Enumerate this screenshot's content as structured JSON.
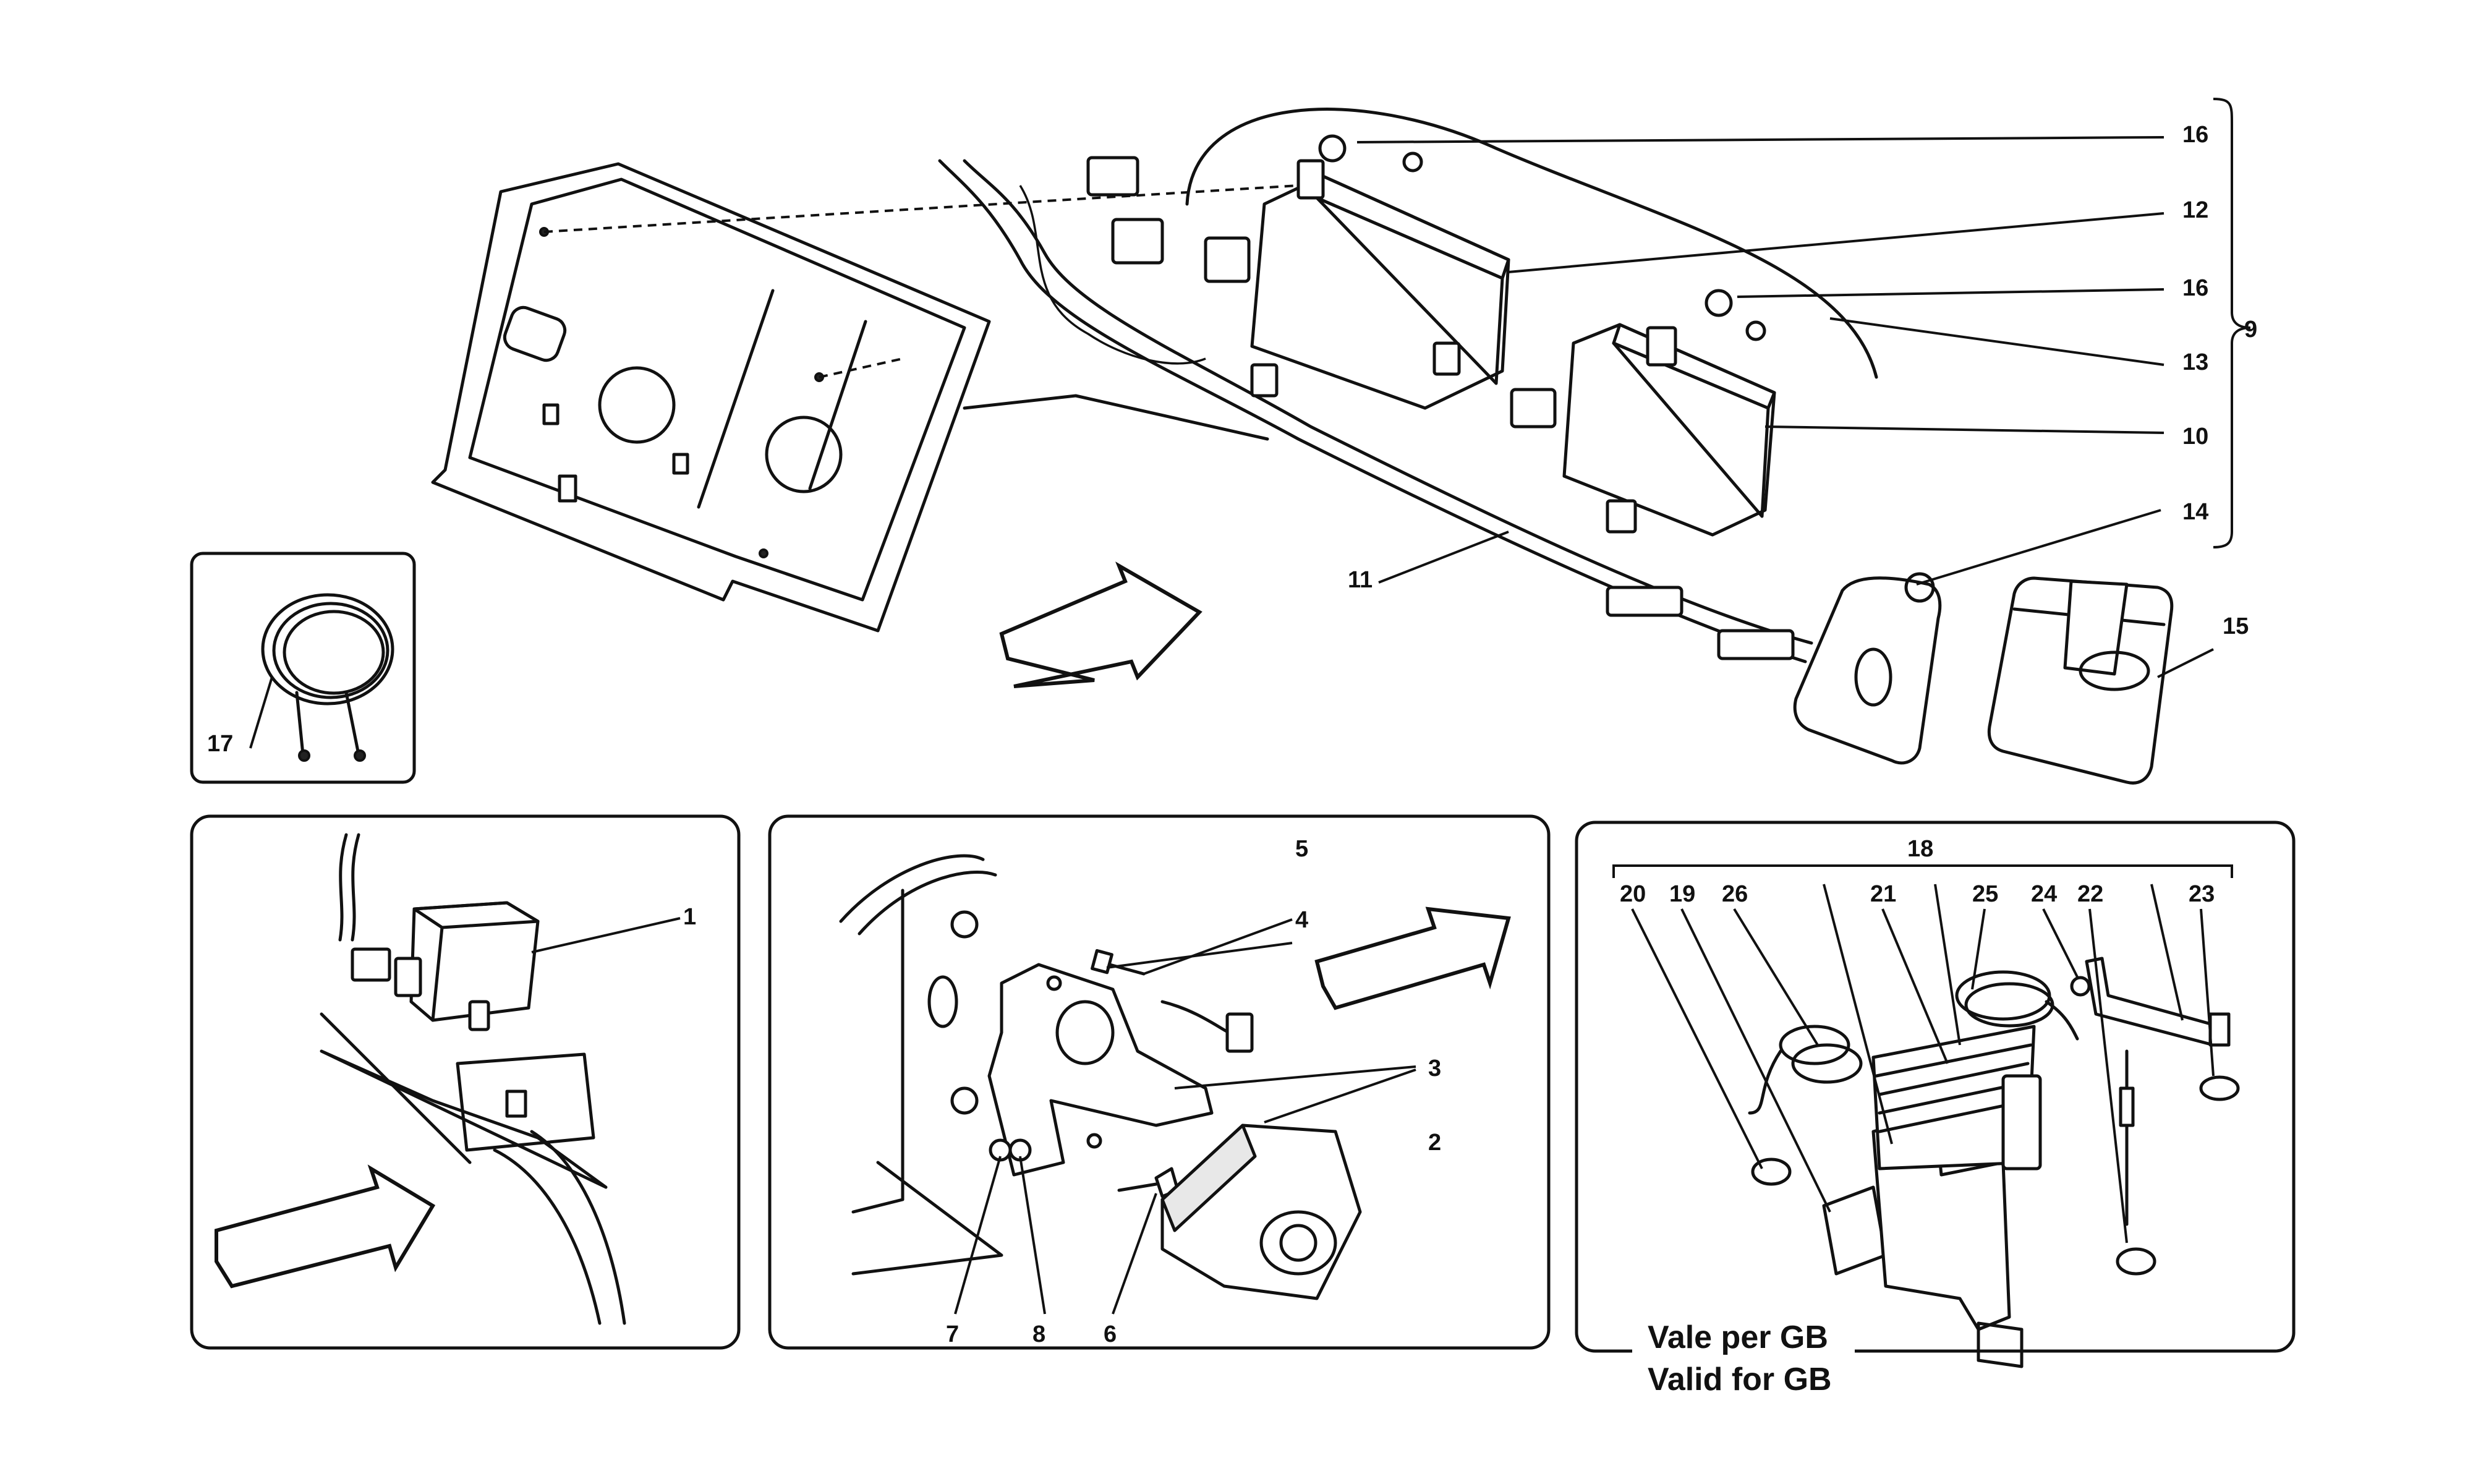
{
  "callouts": {
    "c1": "1",
    "c2": "2",
    "c3": "3",
    "c4": "4",
    "c5": "5",
    "c6": "6",
    "c7": "7",
    "c8": "8",
    "c9": "9",
    "c10": "10",
    "c11": "11",
    "c12": "12",
    "c13": "13",
    "c14": "14",
    "c15": "15",
    "c16a": "16",
    "c16b": "16",
    "c17": "17",
    "c18": "18",
    "c19": "19",
    "c20": "20",
    "c21": "21",
    "c22": "22",
    "c23": "23",
    "c24": "24",
    "c25": "25",
    "c26": "26"
  },
  "notes": {
    "gb_it": "Vale per GB",
    "gb_en": "Valid for GB"
  }
}
